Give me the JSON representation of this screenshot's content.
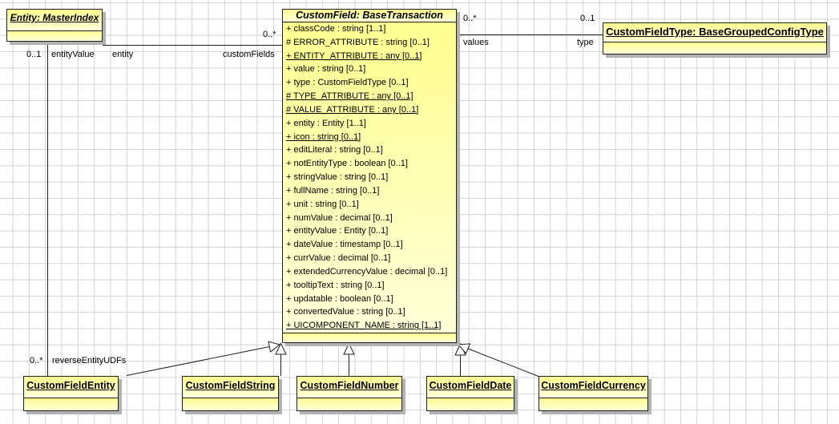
{
  "colors": {
    "grid": "#d2d2d2",
    "box_border": "#1f1f1f",
    "box_fill_top": "#ffff90",
    "box_fill_bottom": "#ffffd9",
    "shadow": "#b2b2b2"
  },
  "classes": {
    "entity": {
      "title": "Entity: MasterIndex"
    },
    "custom_field": {
      "title": "CustomField: BaseTransaction",
      "attributes": [
        {
          "text": "+ classCode : string [1..1]",
          "underline": false
        },
        {
          "text": "# ERROR_ATTRIBUTE : string [0..1]",
          "underline": false
        },
        {
          "text": "+ ENTITY_ATTRIBUTE : any [0..1]",
          "underline": true
        },
        {
          "text": "+ value : string [0..1]",
          "underline": false
        },
        {
          "text": "+ type : CustomFieldType [0..1]",
          "underline": false
        },
        {
          "text": "# TYPE_ATTRIBUTE : any [0..1]",
          "underline": true
        },
        {
          "text": "# VALUE_ATTRIBUTE : any [0..1]",
          "underline": true
        },
        {
          "text": "+ entity : Entity [1..1]",
          "underline": false
        },
        {
          "text": "+ icon : string [0..1]",
          "underline": true
        },
        {
          "text": "+ editLiteral : string [0..1]",
          "underline": false
        },
        {
          "text": "+ notEntityType : boolean [0..1]",
          "underline": false
        },
        {
          "text": "+ stringValue : string [0..1]",
          "underline": false
        },
        {
          "text": "+ fullName : string [0..1]",
          "underline": false
        },
        {
          "text": "+ unit : string [0..1]",
          "underline": false
        },
        {
          "text": "+ numValue : decimal [0..1]",
          "underline": false
        },
        {
          "text": "+ entityValue : Entity [0..1]",
          "underline": false
        },
        {
          "text": "+ dateValue : timestamp [0..1]",
          "underline": false
        },
        {
          "text": "+ currValue : decimal [0..1]",
          "underline": false
        },
        {
          "text": "+ extendedCurrencyValue : decimal [0..1]",
          "underline": false
        },
        {
          "text": "+ tooltipText : string [0..1]",
          "underline": false
        },
        {
          "text": "+ updatable : boolean [0..1]",
          "underline": false
        },
        {
          "text": "+ convertedValue : string [0..1]",
          "underline": false
        },
        {
          "text": "+ UICOMPONENT_NAME : string [1..1]",
          "underline": true
        }
      ]
    },
    "custom_field_type": {
      "title": "CustomFieldType: BaseGroupedConfigType"
    },
    "subclasses": [
      {
        "title": "CustomFieldEntity"
      },
      {
        "title": "CustomFieldString"
      },
      {
        "title": "CustomFieldNumber"
      },
      {
        "title": "CustomFieldDate"
      },
      {
        "title": "CustomFieldCurrency"
      }
    ]
  },
  "edges": {
    "entity_customfield": {
      "source_role": "entity",
      "target_role": "customFields",
      "target_mult": "0..*"
    },
    "entity_customfieldentity": {
      "source_mult": "0..1",
      "source_role": "entityValue",
      "target_mult": "0..*",
      "target_role": "reverseEntityUDFs"
    },
    "customfield_customfieldtype": {
      "source_mult": "0..*",
      "source_role": "values",
      "target_mult": "0..1",
      "target_role": "type"
    }
  }
}
